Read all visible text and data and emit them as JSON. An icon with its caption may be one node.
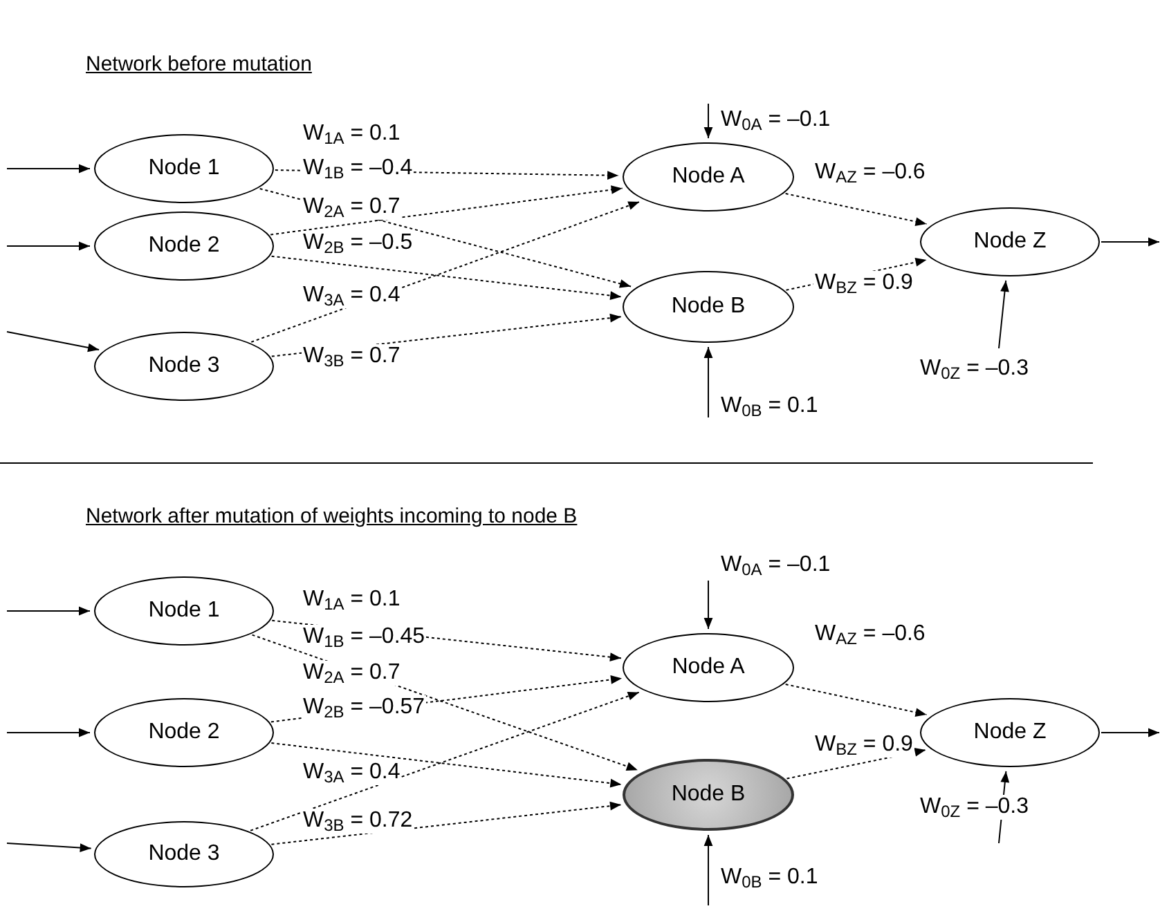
{
  "diagram": {
    "nodes": [
      {
        "text": [
          "Node 1"
        ]
      },
      {
        "text": [
          "Node 2"
        ]
      },
      {
        "text": [
          "Node 3"
        ]
      },
      {
        "text": [
          "Node A"
        ]
      },
      {
        "text": [
          "Node B"
        ]
      },
      {
        "text": [
          "Node Z"
        ]
      },
      {
        "text": [
          "Node 1"
        ]
      },
      {
        "text": [
          "Node 2"
        ]
      },
      {
        "text": [
          "Node 3"
        ]
      },
      {
        "text": [
          "Node A"
        ]
      },
      {
        "text": [
          "Node B"
        ]
      },
      {
        "text": [
          "Node Z"
        ]
      }
    ],
    "edges": [
      {
        "from": null,
        "to": 0,
        "arrow": "to"
      },
      {
        "from": null,
        "to": 1,
        "arrow": "to"
      },
      {
        "from": null,
        "to": 2,
        "arrow": "to"
      },
      {
        "from": 0,
        "to": 3,
        "arrow": "to",
        "style": "dashed",
        "label": "W$_{1A}$ = 0.1"
      },
      {
        "from": 0,
        "to": 4,
        "arrow": "to",
        "style": "dashed",
        "label": "W$_{1B}$ = –0.4"
      },
      {
        "from": 1,
        "to": 3,
        "arrow": "to",
        "style": "dashed",
        "label": "W$_{2A}$ = 0.7"
      },
      {
        "from": 1,
        "to": 4,
        "arrow": "to",
        "style": "dashed",
        "label": "W$_{2B}$ = –0.5"
      },
      {
        "from": 2,
        "to": 3,
        "arrow": "to",
        "style": "dashed",
        "label": "W$_{3A}$ = 0.4"
      },
      {
        "from": 2,
        "to": 4,
        "arrow": "to",
        "style": "dashed",
        "label": "W$_{3B}$ = 0.7"
      },
      {
        "from": 3,
        "to": 5,
        "arrow": "to",
        "style": "dashed",
        "label": "W$_{AZ}$ = –0.6"
      },
      {
        "from": 4,
        "to": 5,
        "arrow": "to",
        "style": "dashed",
        "label": "W$_{BZ}$ = 0.9"
      },
      {
        "from": null,
        "to": 3,
        "arrow": "to",
        "label": "W$_{0A}$ = –0.1"
      },
      {
        "from": null,
        "to": 4,
        "arrow": "to",
        "label": "W$_{0B}$ = 0.1"
      },
      {
        "from": null,
        "to": 5,
        "arrow": "to",
        "label": "W$_{0Z}$ = –0.3"
      },
      {
        "from": 5,
        "to": null,
        "arrow": "to"
      },
      {
        "from": null,
        "to": 6,
        "arrow": "to"
      },
      {
        "from": null,
        "to": 7,
        "arrow": "to"
      },
      {
        "from": null,
        "to": 8,
        "arrow": "to"
      },
      {
        "from": 6,
        "to": 9,
        "arrow": "to",
        "style": "dashed",
        "label": "W$_{1A}$ = 0.1"
      },
      {
        "from": 6,
        "to": 10,
        "arrow": "to",
        "style": "dashed",
        "label": "W$_{1B}$ = –0.45"
      },
      {
        "from": 7,
        "to": 9,
        "arrow": "to",
        "style": "dashed",
        "label": "W$_{2A}$ = 0.7"
      },
      {
        "from": 7,
        "to": 10,
        "arrow": "to",
        "style": "dashed",
        "label": "W$_{2B}$ = –0.57"
      },
      {
        "from": 8,
        "to": 9,
        "arrow": "to",
        "style": "dashed",
        "label": "W$_{3A}$ = 0.4"
      },
      {
        "from": 8,
        "to": 10,
        "arrow": "to",
        "style": "dashed",
        "label": "W$_{3B}$ = 0.72"
      },
      {
        "from": 9,
        "to": 11,
        "arrow": "to",
        "style": "dashed",
        "label": "W$_{AZ}$ = –0.6"
      },
      {
        "from": 10,
        "to": 11,
        "arrow": "to",
        "style": "dashed",
        "label": "W$_{BZ}$ = 0.9"
      },
      {
        "from": null,
        "to": 9,
        "arrow": "to",
        "label": "W$_{0A}$ = –0.1"
      },
      {
        "from": null,
        "to": 10,
        "arrow": "to",
        "label": "W$_{0B}$ = 0.1"
      },
      {
        "from": null,
        "to": 11,
        "arrow": "to",
        "label": "W$_{0Z}$ = –0.3"
      },
      {
        "from": 11,
        "to": null,
        "arrow": "to"
      }
    ],
    "labels": [
      "Network before mutation",
      "Network after mutation of weights incoming to node B"
    ]
  }
}
